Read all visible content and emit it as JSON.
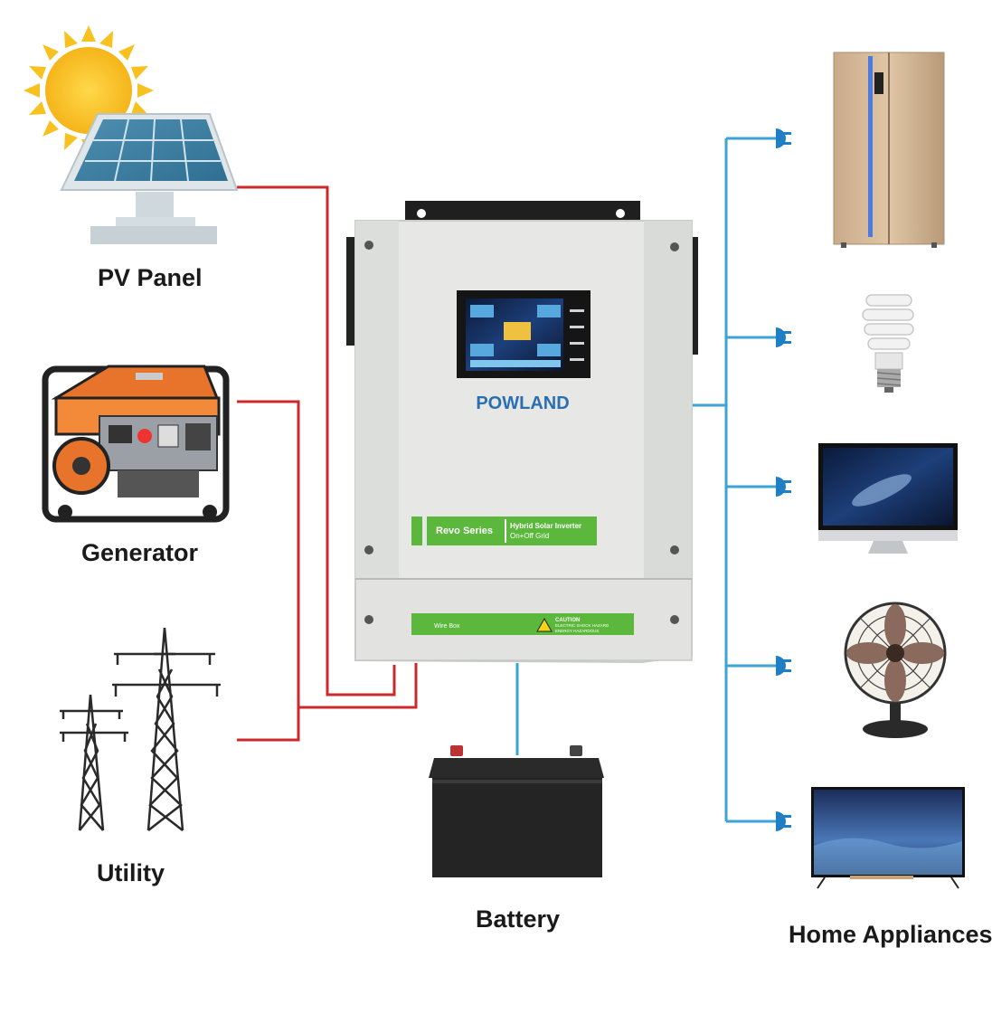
{
  "labels": {
    "pv_panel": "PV Panel",
    "generator": "Generator",
    "utility": "Utility",
    "battery": "Battery",
    "home_appliances": "Home Appliances"
  },
  "inverter": {
    "brand": "POWLAND",
    "series": "Revo Series",
    "product_line1": "Hybrid Solar Inverter",
    "product_line2": "On+Off Grid",
    "wire_box": "Wire Box",
    "caution_title": "CAUTION",
    "caution_line1": "ELECTRIC SHOCK HAZARD",
    "caution_line2": "ENERGY HAZARDOUS"
  },
  "colors": {
    "input_line": "#cc2a2a",
    "output_line": "#3ba3d6",
    "accent_green": "#5cb83c",
    "brand_green": "#3e9a3a",
    "brand_blue": "#2a6fb0"
  },
  "icons": [
    "sun-icon",
    "solar-panel-icon",
    "generator-icon",
    "power-tower-icon",
    "battery-icon",
    "refrigerator-icon",
    "light-bulb-icon",
    "monitor-icon",
    "fan-icon",
    "tv-icon",
    "plug-icon"
  ]
}
